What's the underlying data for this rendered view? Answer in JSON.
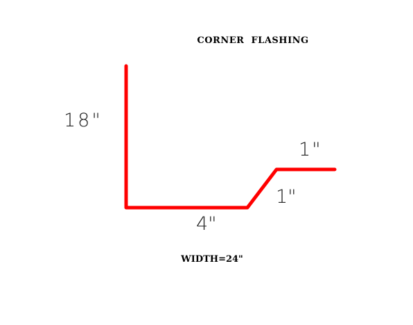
{
  "title": "CORNER  FLASHING",
  "width_label": "WIDTH=24\"",
  "dimensions": {
    "vertical_leg": "18\"",
    "bottom_leg": "4\"",
    "slope_leg": "1\"",
    "top_leg": "1\""
  },
  "colors": {
    "flashing_line": "#ff0000",
    "text": "#000000",
    "background": "#ffffff"
  }
}
